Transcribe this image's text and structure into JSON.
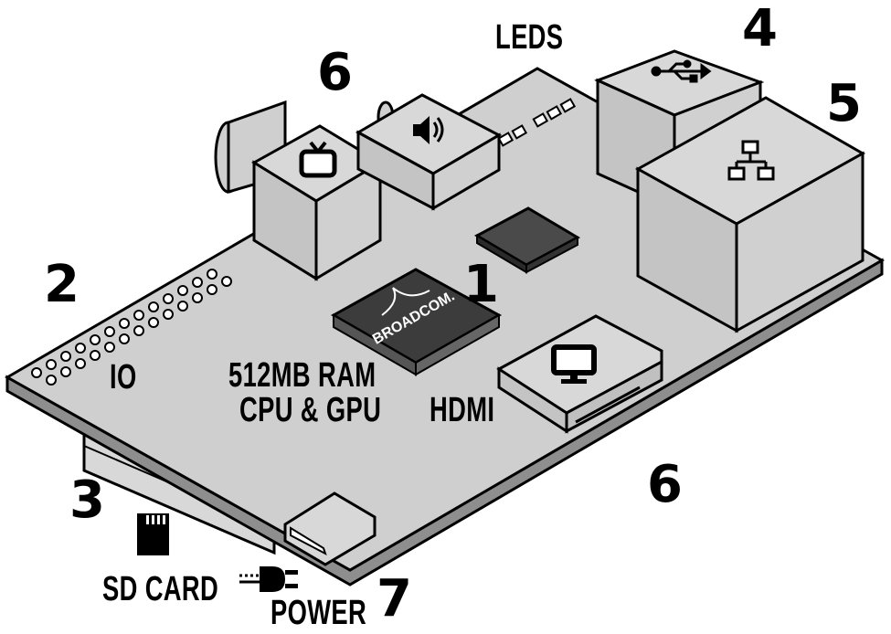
{
  "labels": {
    "leds": "LEDS",
    "io": "IO",
    "ram": "512MB RAM",
    "cpu": "CPU & GPU",
    "hdmi": "HDMI",
    "sd_card": "SD CARD",
    "power": "POWER"
  },
  "numbers": {
    "soc": "1",
    "io": "2",
    "sd": "3",
    "usb": "4",
    "ethernet": "5",
    "video_top": "6",
    "video_bottom": "6",
    "power": "7"
  },
  "chip_logo": "BROADCOM.",
  "icons": [
    "tv-icon",
    "speaker-icon",
    "usb-icon",
    "network-icon",
    "monitor-icon",
    "sd-card-icon",
    "power-plug-icon"
  ],
  "colors": {
    "board": "#cfcfcf",
    "board_edge": "#8e8e8e",
    "chip": "#3c3c3c",
    "ink": "#000000",
    "port": "#cdcdcd"
  }
}
